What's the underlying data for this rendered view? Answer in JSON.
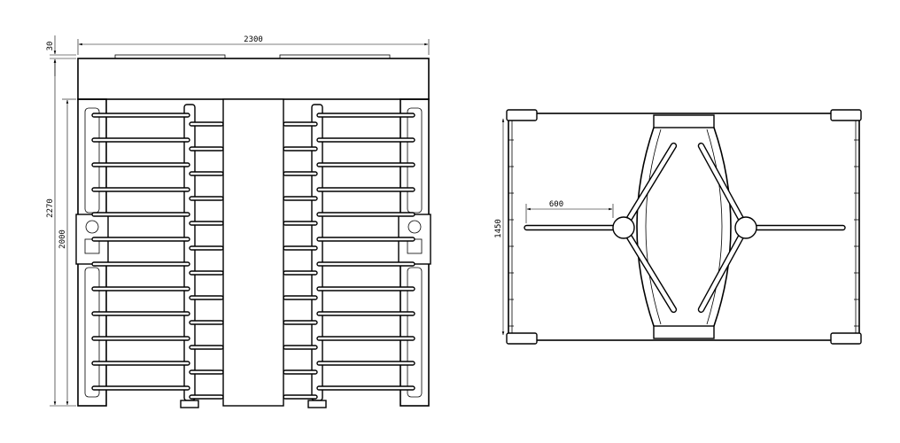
{
  "front_view": {
    "dim_width": "2300",
    "dim_top": "30",
    "dim_total_height": "2270",
    "dim_height": "2000"
  },
  "top_view": {
    "dim_depth": "1450",
    "dim_arm": "600"
  }
}
